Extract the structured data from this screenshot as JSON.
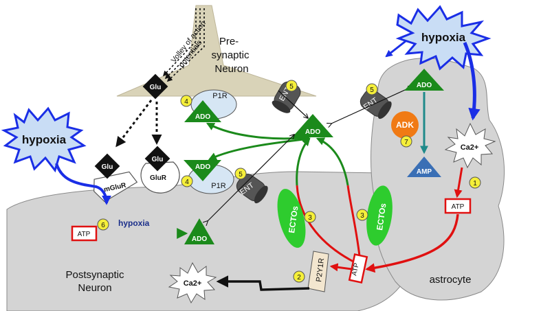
{
  "presynaptic": {
    "volley_line1": "Volley of action",
    "volley_line2": "potentials",
    "neuron_line1": "Pre-",
    "neuron_line2": "synaptic",
    "neuron_line3": "Neuron"
  },
  "postsynaptic": {
    "line1": "Postsynaptic",
    "line2": "Neuron"
  },
  "astrocyte": {
    "label": "astrocyte"
  },
  "hypoxia": {
    "left": "hypoxia",
    "right": "hypoxia",
    "inline": "hypoxia"
  },
  "molecules": {
    "glu_pre": "Glu",
    "glu_left": "Glu",
    "glu_right": "Glu",
    "mglur": "mGluR",
    "glur": "GluR",
    "p1r_top": "P1R",
    "p1r_bottom": "P1R",
    "ado_p1r_top": "ADO",
    "ado_p1r_bottom": "ADO",
    "ado_center": "ADO",
    "ado_astro": "ADO",
    "ado_post": "ADO",
    "ent_top": "ENT",
    "ent_astro": "ENT",
    "ent_post": "ENT",
    "adk": "ADK",
    "amp": "AMP",
    "ca_astro": "Ca2+",
    "ca_post": "Ca2+",
    "atp_astro": "ATP",
    "atp_post": "ATP",
    "atp_center": "ATP",
    "ectos_left": "ECTOs",
    "ectos_right": "ECTOs",
    "p2y1r": "P2Y1R"
  },
  "steps": {
    "one": "1",
    "two": "2",
    "three_left": "3",
    "three_right": "3",
    "four_top": "4",
    "four_bottom": "4",
    "five_top": "5",
    "five_astro": "5",
    "five_post": "5",
    "six": "6",
    "seven": "7"
  },
  "colors": {
    "presynaptic": "#d9d3b8",
    "cell_gray": "#d4d4d4",
    "ado_green": "#1b8a1b",
    "ecto_green": "#2ecc2e",
    "hypoxia_blue": "#1a2ee6",
    "hypoxia_fill": "#c9ddf5",
    "arrow_red": "#e01010",
    "step_yellow": "#f5ef3a",
    "adk_orange": "#f07a14",
    "amp_blue": "#3a6fb5",
    "ado_teal": "#1f8a8a"
  }
}
